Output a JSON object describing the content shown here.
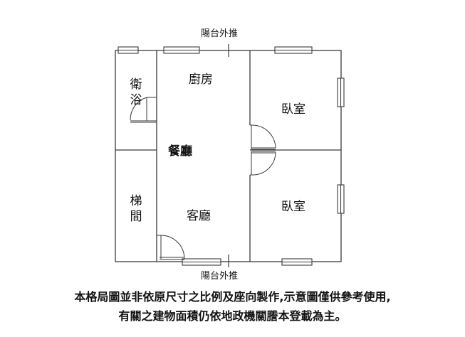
{
  "floor_plan": {
    "balcony_top": "陽台外推",
    "balcony_bottom": "陽台外推",
    "rooms": {
      "bathroom": "衛浴",
      "kitchen": "廚房",
      "dining": "餐廳",
      "stairwell": "梯間",
      "living": "客廳",
      "bedroom_top": "臥室",
      "bedroom_bottom": "臥室"
    }
  },
  "disclaimer": {
    "line1": "本格局圖並非依原尺寸之比例及座向製作,示意圖僅供參考使用,",
    "line2": "有關之建物面積仍依地政機關謄本登載為主。"
  },
  "colors": {
    "wall": "#3a3a3a",
    "text": "#111111"
  }
}
